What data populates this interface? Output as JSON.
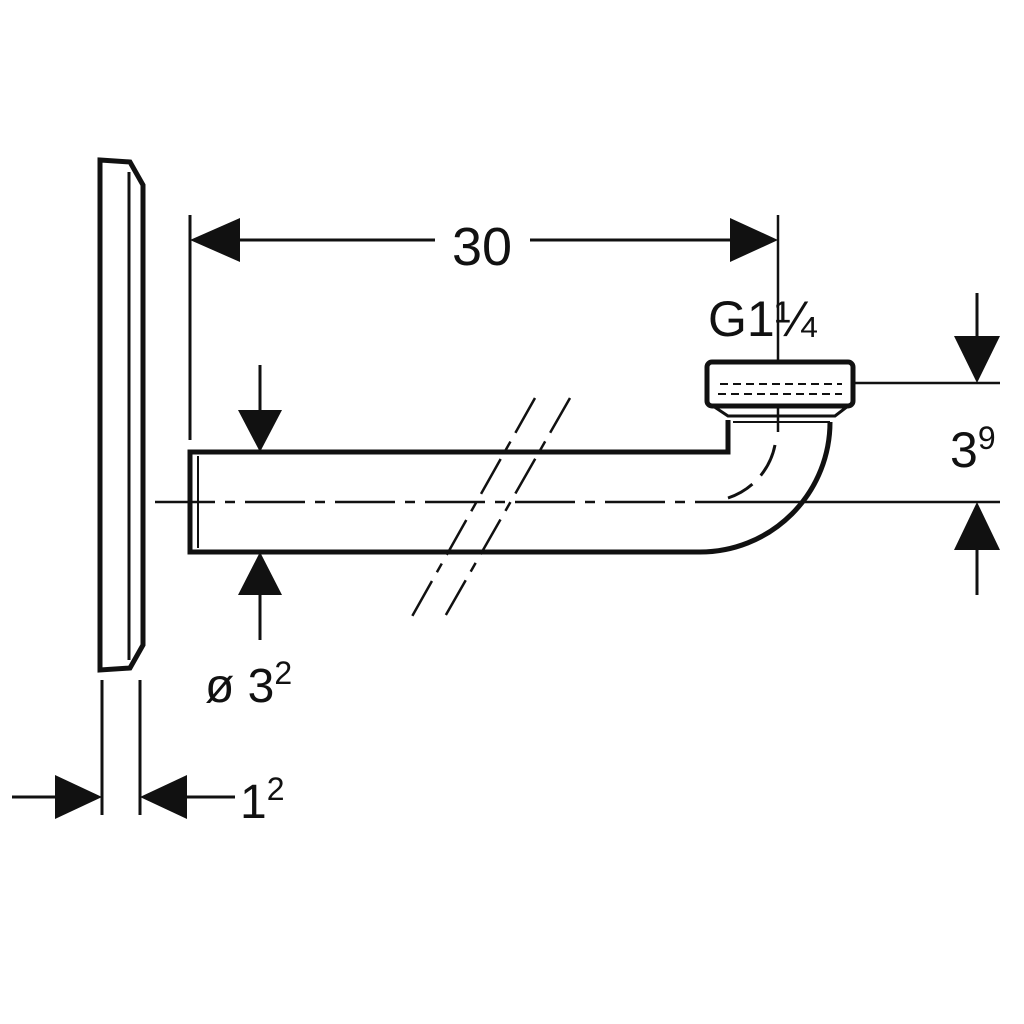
{
  "dimensions": {
    "length": "30",
    "thread": "G1¼",
    "height_base": "3",
    "height_sup": "9",
    "diameter_prefix": "ø 3",
    "diameter_sup": "2",
    "plate_base": "1",
    "plate_sup": "2"
  },
  "colors": {
    "line": "#111111",
    "background": "#ffffff"
  }
}
